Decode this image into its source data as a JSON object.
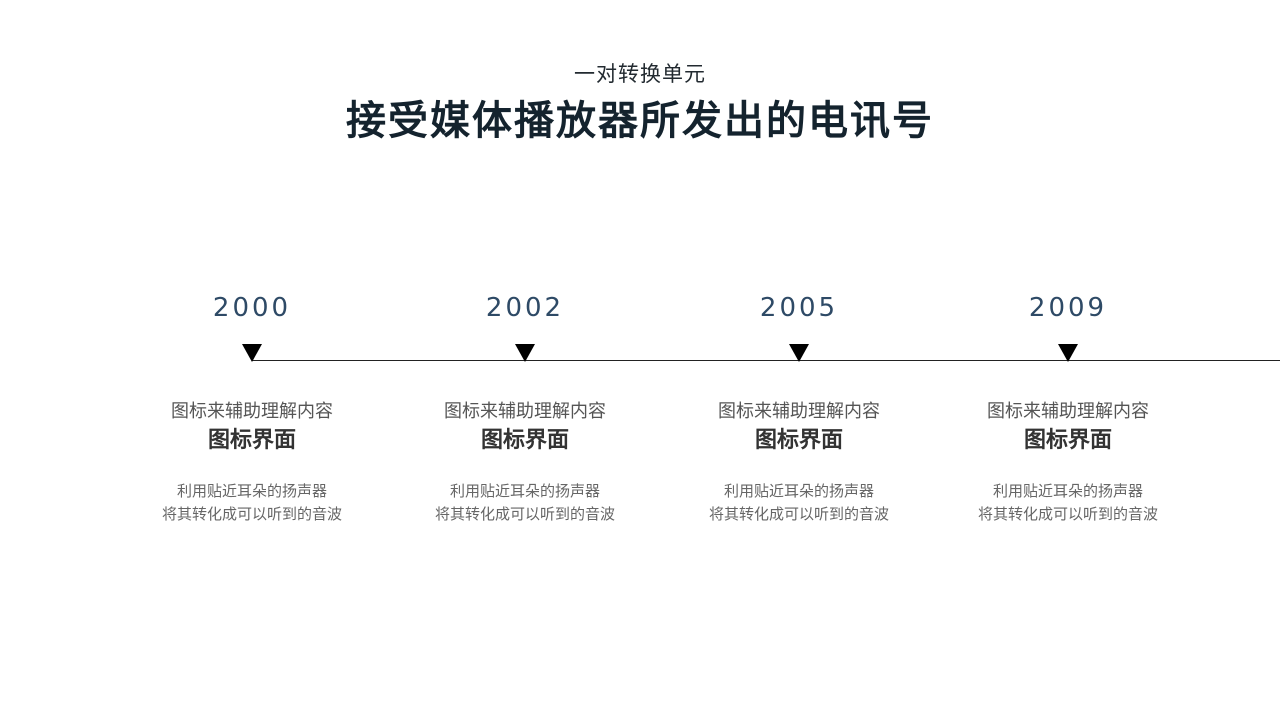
{
  "header": {
    "subtitle": "一对转换单元",
    "title": "接受媒体播放器所发出的电讯号"
  },
  "milestones": [
    {
      "year": "2000",
      "caption": "图标来辅助理解内容",
      "heading": "图标界面",
      "desc_line1": "利用贴近耳朵的扬声器",
      "desc_line2": "将其转化成可以听到的音波"
    },
    {
      "year": "2002",
      "caption": "图标来辅助理解内容",
      "heading": "图标界面",
      "desc_line1": "利用贴近耳朵的扬声器",
      "desc_line2": "将其转化成可以听到的音波"
    },
    {
      "year": "2005",
      "caption": "图标来辅助理解内容",
      "heading": "图标界面",
      "desc_line1": "利用贴近耳朵的扬声器",
      "desc_line2": "将其转化成可以听到的音波"
    },
    {
      "year": "2009",
      "caption": "图标来辅助理解内容",
      "heading": "图标界面",
      "desc_line1": "利用贴近耳朵的扬声器",
      "desc_line2": "将其转化成可以听到的音波"
    }
  ],
  "colors": {
    "year": "#2e4a66",
    "title": "#14232e",
    "marker": "#000000"
  }
}
